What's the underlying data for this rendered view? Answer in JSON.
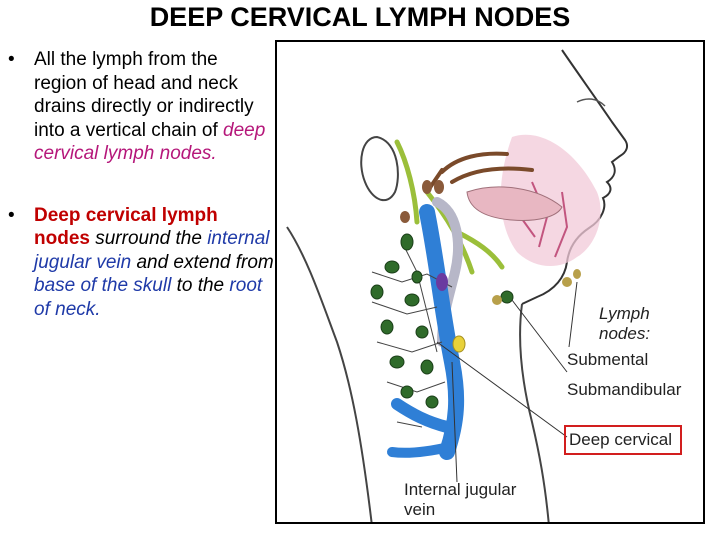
{
  "title": "DEEP CERVICAL LYMPH NODES",
  "bullets": {
    "b1": {
      "text": "All the lymph from the region of head and neck drains directly or indirectly into a vertical chain of ",
      "em": "deep cervical lymph nodes."
    },
    "b2": {
      "s1": "Deep cervical lymph nodes",
      "s2": " surround the ",
      "s3": "internal jugular vein",
      "s4": " and extend from ",
      "s5": "base of the skull",
      "s6": " to the ",
      "s7": "root of neck."
    }
  },
  "figure": {
    "label_lymph1": "Lymph",
    "label_lymph2": "nodes:",
    "label_submental": "Submental",
    "label_submandibular": "Submandibular",
    "label_deep": "Deep cervical",
    "label_ijv1": "Internal jugular",
    "label_ijv2": "vein"
  },
  "colors": {
    "magenta": "#b5177a",
    "red": "#c00000",
    "blue": "#1f3aa8",
    "node_green": "#2f6b2a",
    "vein_blue": "#2f7fd6",
    "highlight_box": "#d21e1e"
  }
}
